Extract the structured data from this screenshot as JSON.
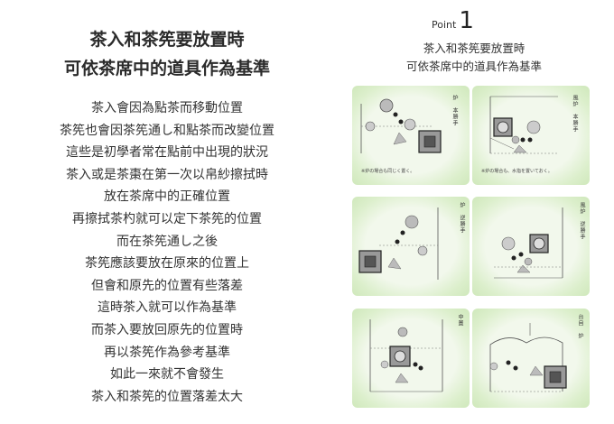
{
  "left": {
    "title": [
      "茶入和茶筅要放置時",
      "可依茶席中的道具作為基準"
    ],
    "lines": [
      "茶入會因為點茶而移動位置",
      "茶筅也會因茶筅通し和點茶而改變位置",
      "這些是初學者常在點前中出現的狀況",
      "茶入或是茶棗在第一次以帛紗擦拭時",
      "放在茶席中的正確位置",
      "再擦拭茶杓就可以定下茶筅的位置",
      "而在茶筅通し之後",
      "茶筅應該要放在原來的位置上",
      "但會和原先的位置有些落差",
      "這時茶入就可以作為基準",
      "而茶入要放回原先的位置時",
      "再以茶筅作為參考基準",
      "如此一來就不會發生",
      "茶入和茶筅的位置落差太大"
    ]
  },
  "right": {
    "point_word": "Point",
    "point_number": "1",
    "title": [
      "茶入和茶筅要放置時",
      "可依茶席中的道具作為基準"
    ],
    "panels": [
      {
        "label": "炉　本勝手",
        "caption": "※炉の場合も同じく置く。"
      },
      {
        "label": "風炉　本勝手",
        "caption": "※炉の場合も、水指を置いておく。"
      },
      {
        "label": "炉　逆勝手",
        "caption": ""
      },
      {
        "label": "風炉　逆勝手",
        "caption": ""
      },
      {
        "label": "中置",
        "caption": ""
      },
      {
        "label": "台目　炉",
        "caption": ""
      }
    ]
  }
}
